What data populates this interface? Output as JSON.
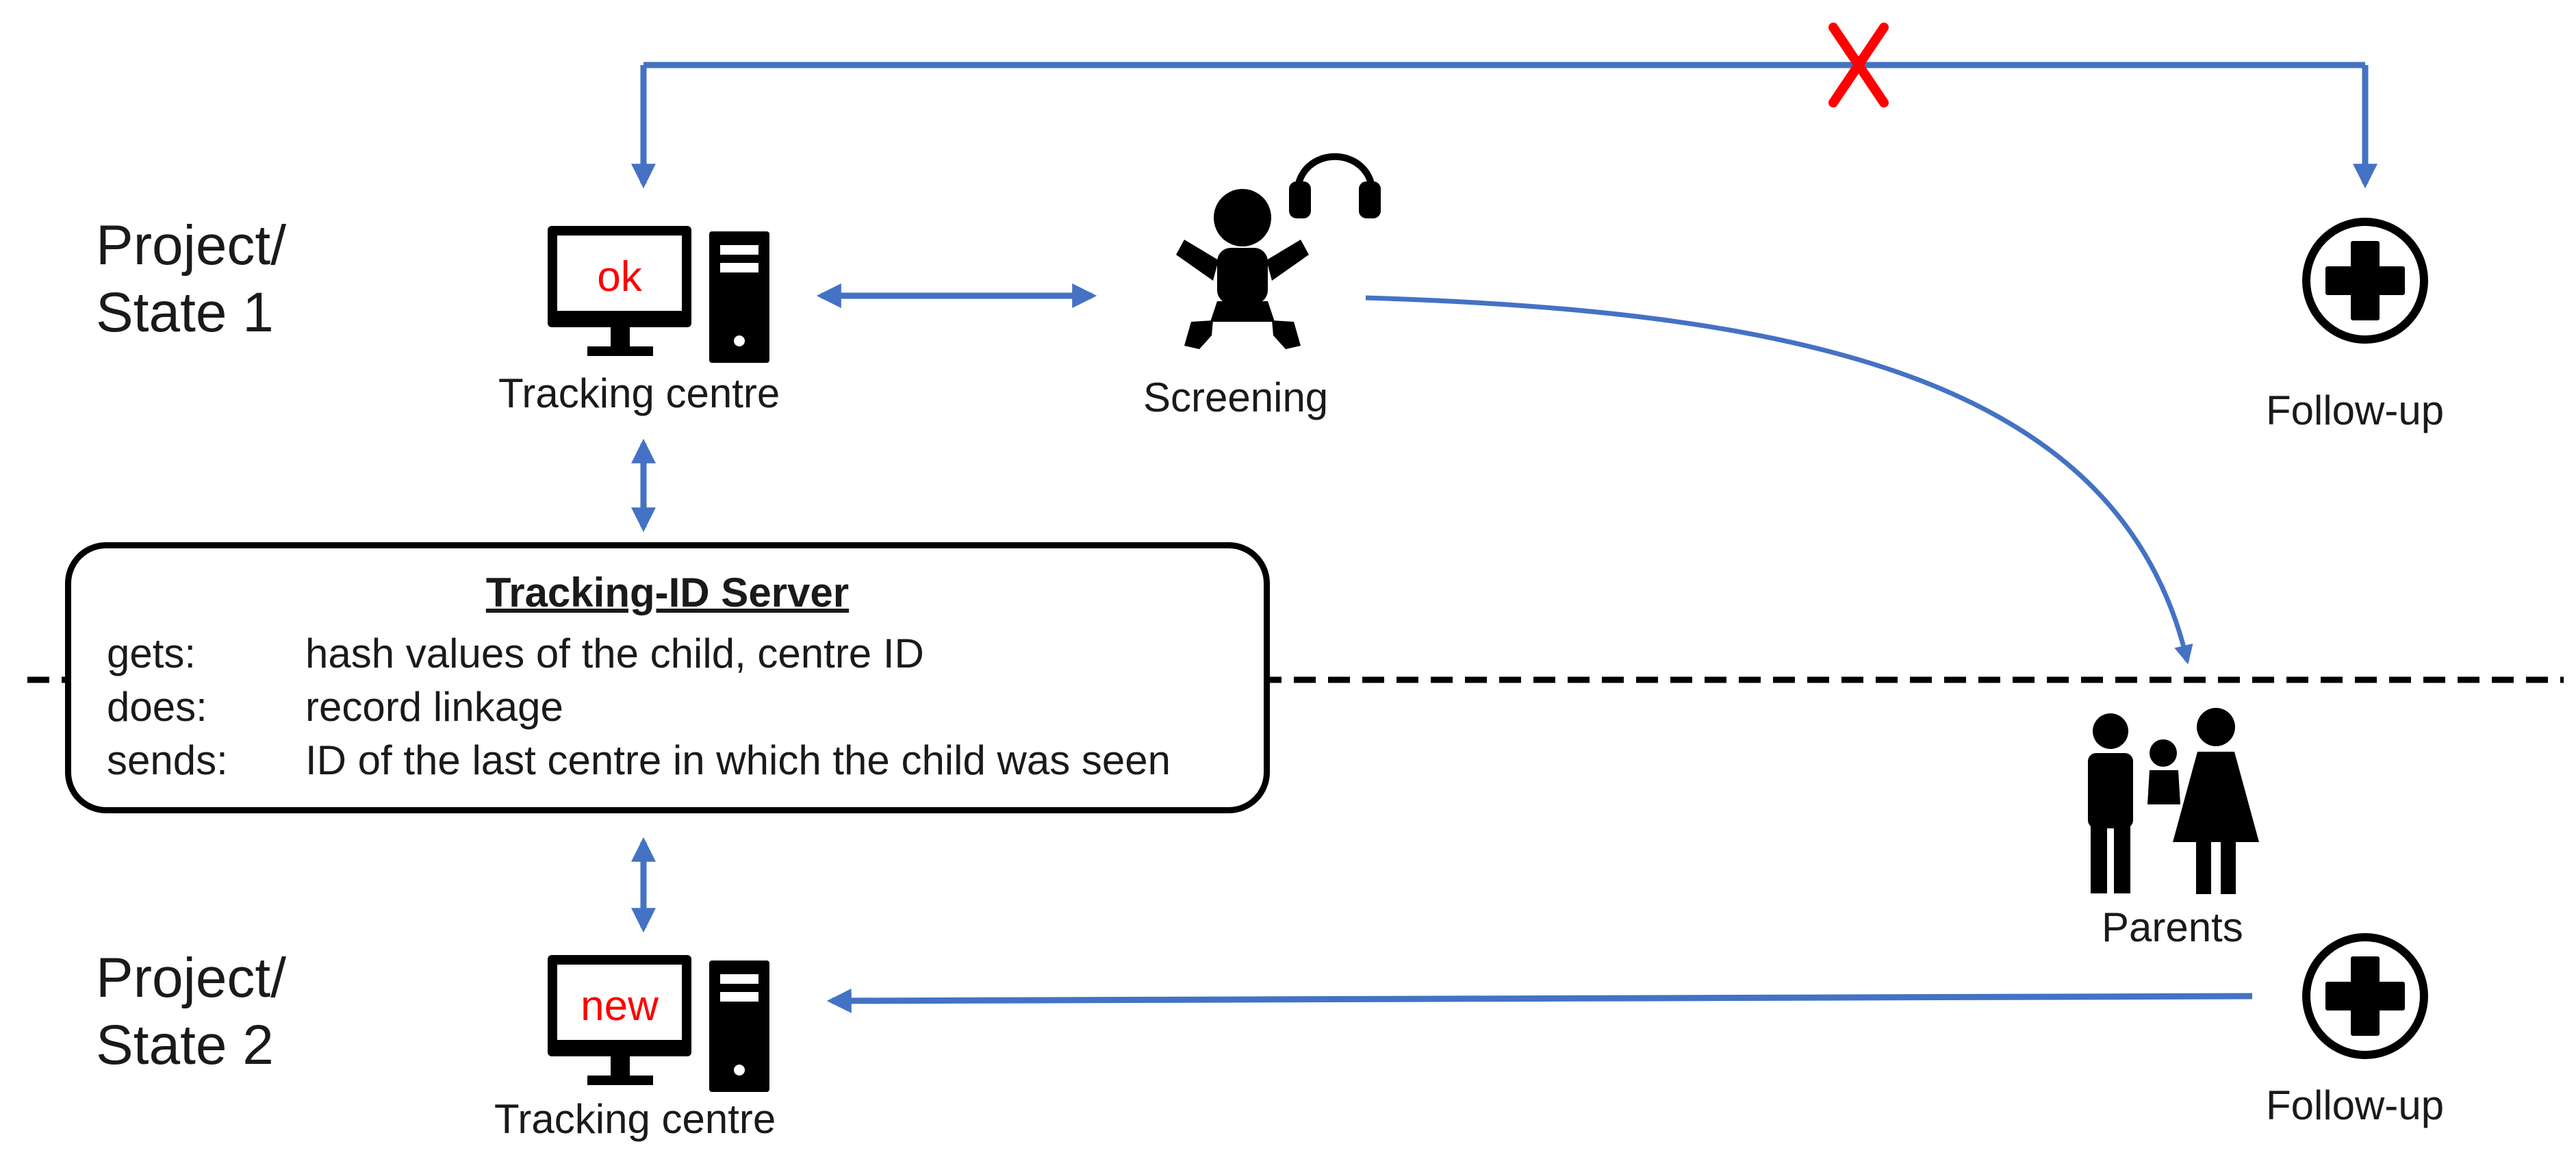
{
  "states": [
    {
      "label_line1": "Project/",
      "label_line2": "State 1"
    },
    {
      "label_line1": "Project/",
      "label_line2": "State 2"
    }
  ],
  "nodes": {
    "tracking_centre_1": {
      "label": "Tracking centre",
      "screen_text": "ok"
    },
    "screening": {
      "label": "Screening"
    },
    "follow_up_1": {
      "label": "Follow-up"
    },
    "parents": {
      "label": "Parents"
    },
    "follow_up_2": {
      "label": "Follow-up"
    },
    "tracking_centre_2": {
      "label": "Tracking centre",
      "screen_text": "new"
    }
  },
  "server": {
    "title": "Tracking-ID Server",
    "rows": [
      {
        "key": "gets:",
        "value": "hash values of the child, centre ID"
      },
      {
        "key": "does:",
        "value": "record linkage"
      },
      {
        "key": "sends:",
        "value": "ID of the last centre in which the child was seen"
      }
    ]
  },
  "colors": {
    "arrow": "#4472C4",
    "cross": "#FF0000",
    "screen_text": "#FF0000",
    "icon": "#000000"
  },
  "icons": [
    "computer-icon",
    "baby-icon",
    "headphones-icon",
    "medical-cross-icon",
    "parents-icon",
    "cross-mark-icon"
  ]
}
